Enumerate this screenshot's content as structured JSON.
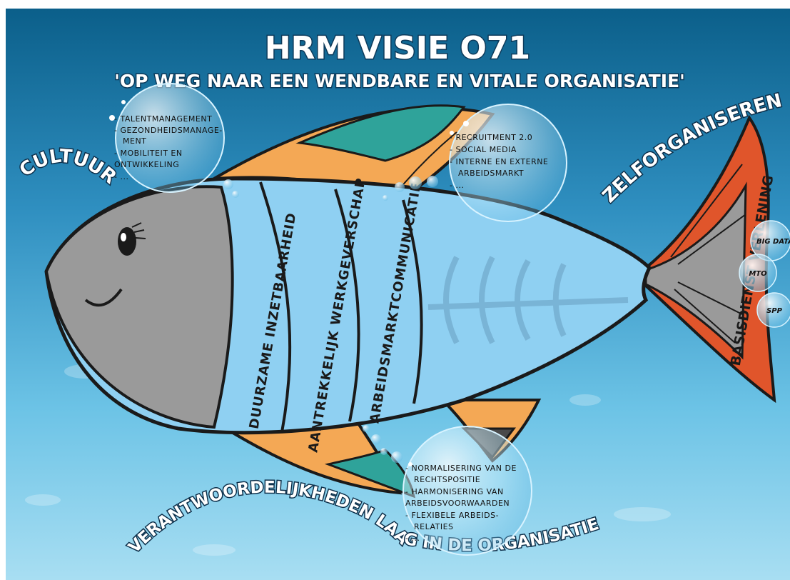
{
  "title": "HRM VISIE O71",
  "subtitle": "'OP WEG NAAR EEN WENDBARE EN VITALE ORGANISATIE'",
  "themes": {
    "left": "CULTUUR",
    "right": "ZELFORGANISEREN",
    "bottom": "VERANTWOORDELIJKHEDEN LAAG IN DE ORGANISATIE"
  },
  "body_bands": [
    "DUURZAME INZETBAARHEID",
    "AANTREKKELIJK WERKGEVERSCHAP",
    "ARBEIDSMARKTCOMMUNICATIE"
  ],
  "tail": [
    "BASISDIENST VERLENING"
  ],
  "bubbles": {
    "top_left": [
      "- TALENTMANAGEMENT",
      "- GEZONDHEIDSMANAGE-",
      "MENT",
      "- MOBILITEIT EN",
      "ONTWIKKELING",
      "- ..."
    ],
    "top_right": [
      "- RECRUITMENT 2.0",
      "- SOCIAL MEDIA",
      "- INTERNE EN EXTERNE",
      "ARBEIDSMARKT",
      "- ..."
    ],
    "bottom": [
      "- NORMALISERING VAN DE",
      "RECHTSPOSITIE",
      "- HARMONISERING VAN",
      "ARBEIDSVOORWAARDEN",
      "- FLEXIBELE ARBEIDS-",
      "RELATIES",
      "- ..."
    ]
  },
  "small_bubbles": [
    "BIG DATA",
    "MTO",
    "SPP"
  ],
  "colors": {
    "sea_top": "#0b5f8a",
    "sea_mid": "#3ea8d8",
    "sea_bottom": "#9fdcf2",
    "fish_body": "#8fd0f2",
    "fish_head": "#9a9a9a",
    "fin_orange": "#f4a855",
    "fin_teal": "#2fa39a",
    "tail_red": "#e0552b"
  }
}
